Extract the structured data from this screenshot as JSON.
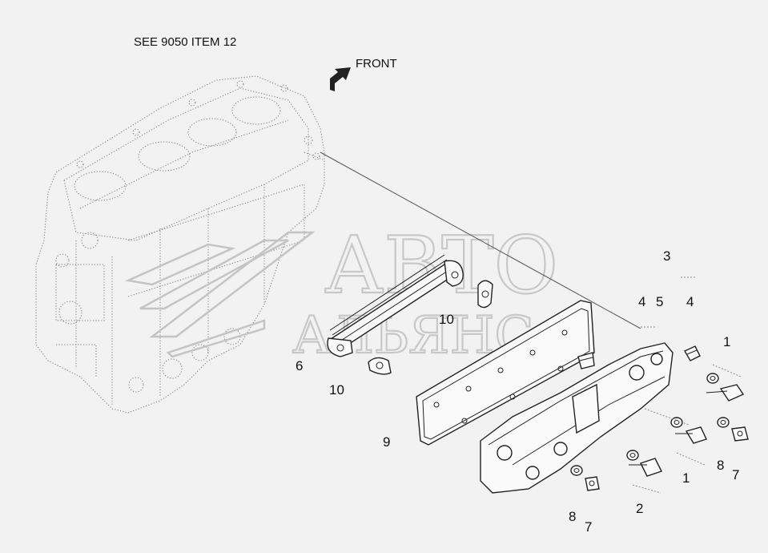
{
  "header": {
    "reference": "SEE 9050 ITEM 12",
    "front_label": "FRONT"
  },
  "watermark": {
    "line1": "АВТО",
    "line2": "АЛЬЯНС"
  },
  "callouts": {
    "c1a": "1",
    "c1b": "1",
    "c2": "2",
    "c3": "3",
    "c4a": "4",
    "c4b": "4",
    "c5": "5",
    "c6": "6",
    "c7a": "7",
    "c7b": "7",
    "c8a": "8",
    "c8b": "8",
    "c9": "9",
    "c10a": "10",
    "c10b": "10"
  }
}
